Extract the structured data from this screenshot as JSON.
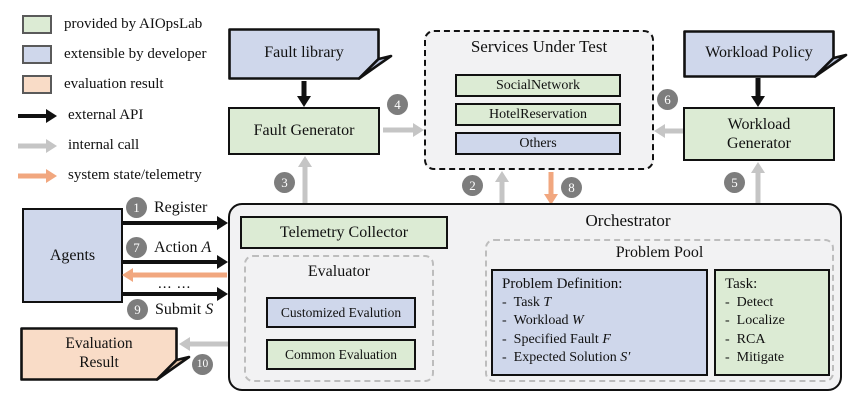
{
  "colors": {
    "green": "#dcebd4",
    "blue": "#cfd7eb",
    "peach": "#f9dcc7",
    "peach-fold": "#dfbfa5",
    "blue-fold": "#b7c1da",
    "panel": "#f2f2f3",
    "ink": "#111111",
    "gray-arrow": "#c5c5c5",
    "orange-arrow": "#f1a77f",
    "badge": "#7d7d7d",
    "dash-gray": "#bdbdbd"
  },
  "legend": {
    "items": [
      {
        "icon": "green-swatch",
        "label": "provided by AIOpsLab"
      },
      {
        "icon": "blue-swatch",
        "label": "extensible by developer"
      },
      {
        "icon": "peach-swatch",
        "label": "evaluation result"
      },
      {
        "icon": "black-arrow",
        "label": "external API"
      },
      {
        "icon": "gray-arrow",
        "label": "internal call"
      },
      {
        "icon": "orange-arrow",
        "label": "system state/telemetry"
      }
    ]
  },
  "nodes": {
    "fault_library": {
      "label": "Fault library"
    },
    "fault_generator": {
      "label": "Fault Generator"
    },
    "services": {
      "title": "Services Under Test",
      "items": [
        {
          "label": "SocialNetwork"
        },
        {
          "label": "HotelReservation"
        },
        {
          "label": "Others"
        }
      ]
    },
    "workload_policy": {
      "label": "Workload Policy"
    },
    "workload_generator": {
      "label_line1": "Workload",
      "label_line2": "Generator"
    },
    "agents": {
      "label": "Agents"
    },
    "evaluation_result": {
      "label_line1": "Evaluation",
      "label_line2": "Result"
    }
  },
  "orchestrator": {
    "title": "Orchestrator",
    "telemetry_collector": {
      "label": "Telemetry Collector"
    },
    "evaluator": {
      "title": "Evaluator",
      "items": [
        {
          "label": "Customized Evalution"
        },
        {
          "label": "Common Evaluation"
        }
      ]
    },
    "problem_pool": {
      "title": "Problem Pool",
      "problem_definition": {
        "title": "Problem Definition:",
        "items": [
          {
            "text": "Task",
            "var": "T"
          },
          {
            "text": "Workload",
            "var": "W"
          },
          {
            "text": "Specified Fault",
            "var": "F"
          },
          {
            "text": "Expected Solution",
            "var": "S′"
          }
        ]
      },
      "task": {
        "title": "Task:",
        "items": [
          {
            "text": "Detect"
          },
          {
            "text": "Localize"
          },
          {
            "text": "RCA"
          },
          {
            "text": "Mitigate"
          }
        ]
      }
    }
  },
  "steps": {
    "s1": {
      "num": "1",
      "text": "Register"
    },
    "s2": {
      "num": "2"
    },
    "s3": {
      "num": "3"
    },
    "s4": {
      "num": "4"
    },
    "s5": {
      "num": "5"
    },
    "s6": {
      "num": "6"
    },
    "s7": {
      "num": "7",
      "text": "Action",
      "var": "A"
    },
    "s8": {
      "num": "8"
    },
    "s9": {
      "num": "9",
      "text": "Submit",
      "var": "S"
    },
    "s10": {
      "num": "10"
    }
  },
  "misc": {
    "bullet": "-",
    "ellipsis": "... ..."
  }
}
